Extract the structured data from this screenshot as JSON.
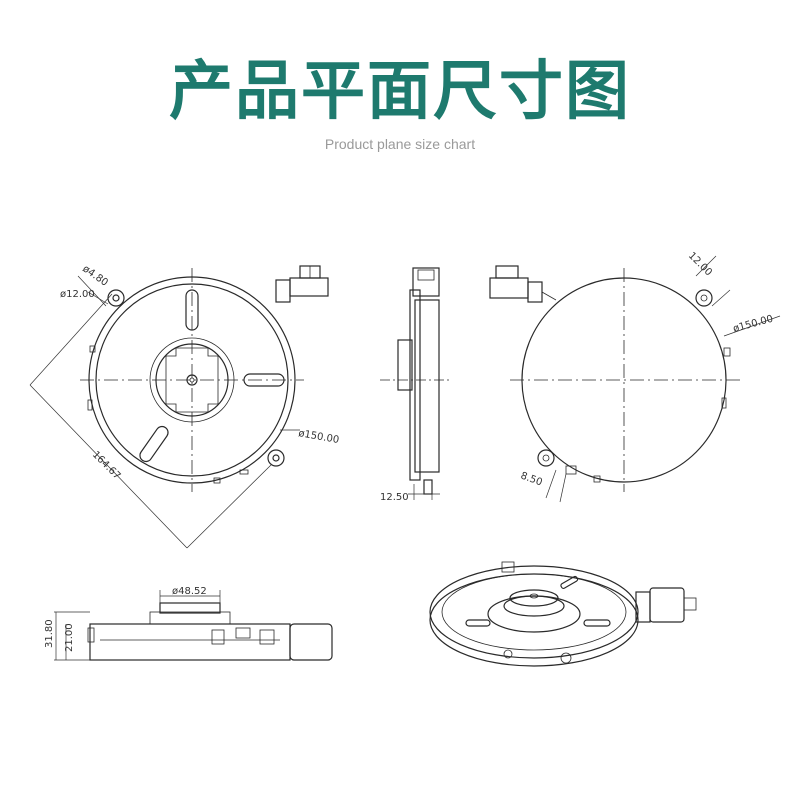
{
  "title": "产品平面尺寸图",
  "subtitle": "Product plane size chart",
  "colors": {
    "title": "#1e7a6e",
    "subtitle": "#9a9a9a",
    "line": "#2a2a2a"
  },
  "front_view": {
    "dim_hole_small": "ø4.80",
    "dim_hole_outer": "ø12.00",
    "dim_diagonal": "164.67",
    "dim_diameter": "ø150.00"
  },
  "side_view": {
    "dim_offset": "12.50"
  },
  "back_view": {
    "dim_hole": "12.00",
    "dim_diameter": "ø150.00",
    "dim_offset": "8.50"
  },
  "bottom_view": {
    "dim_hub": "ø48.52",
    "dim_height_total": "31.80",
    "dim_height_body": "21.00"
  }
}
